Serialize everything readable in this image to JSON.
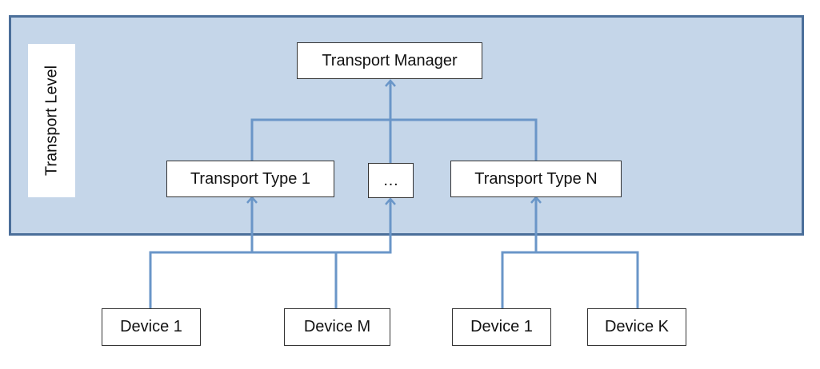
{
  "level_label": "Transport Level",
  "manager": "Transport Manager",
  "transport_types": [
    "Transport Type 1",
    "…",
    "Transport Type N"
  ],
  "devices": [
    "Device 1",
    "Device M",
    "Device 1",
    "Device K"
  ],
  "colors": {
    "panel": "#c5d6e9",
    "panel_border": "#4b6f9a",
    "connector": "#6a96c8"
  }
}
